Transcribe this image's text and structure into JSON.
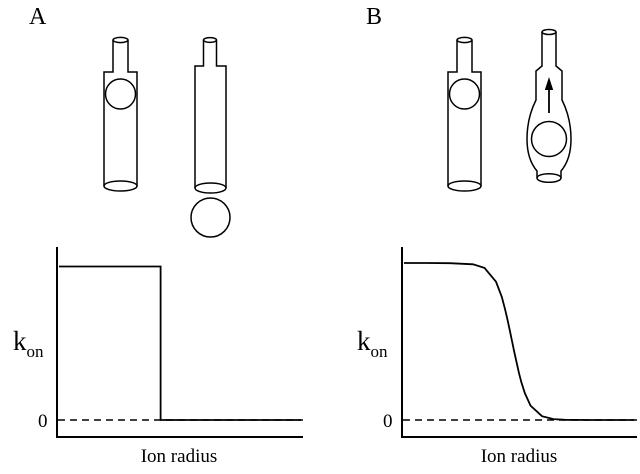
{
  "figure": {
    "background_color": "#ffffff",
    "ink_color": "#000000",
    "panels": {
      "a": {
        "label": "A",
        "description": "Rigid pore: small ion fits inside channel; large ion is excluded below channel mouth",
        "plot": {
          "ylabel_base": "k",
          "ylabel_subscript": "on",
          "zero_tick": "0",
          "xlabel": "Ion radius"
        }
      },
      "b": {
        "label": "B",
        "description": "Flexible pore: small ion fits; large ion deforms (bulges) the channel and passes upward (arrow)",
        "plot": {
          "ylabel_base": "k",
          "ylabel_subscript": "on",
          "zero_tick": "0",
          "xlabel": "Ion radius"
        }
      }
    }
  },
  "chart_data": [
    {
      "type": "line",
      "panel": "A",
      "title": "k_on vs ion radius for a rigid pore: constant plateau with abrupt step to zero at cutoff radius",
      "xlabel": "Ion radius",
      "ylabel": "k_on",
      "xlim": [
        0,
        1
      ],
      "ylim": [
        0,
        1.15
      ],
      "grid": false,
      "x_axis_tick_labels": [],
      "y_axis_tick_labels": [
        "0"
      ],
      "zero_reference_line": "dashed horizontal line at k_on = 0",
      "x": [
        0,
        0.42,
        0.42,
        1.0
      ],
      "y": [
        1.0,
        1.0,
        0.0,
        0.0
      ]
    },
    {
      "type": "line",
      "panel": "B",
      "title": "k_on vs ion radius for a flexible pore: smooth sigmoidal decrease to zero",
      "xlabel": "Ion radius",
      "ylabel": "k_on",
      "xlim": [
        0,
        1
      ],
      "ylim": [
        0,
        1.15
      ],
      "grid": false,
      "x_axis_tick_labels": [],
      "y_axis_tick_labels": [
        "0"
      ],
      "zero_reference_line": "dashed horizontal line at k_on = 0",
      "x": [
        0,
        0.1,
        0.2,
        0.3,
        0.35,
        0.4,
        0.425,
        0.44,
        0.45,
        0.46,
        0.47,
        0.48,
        0.5,
        0.51,
        0.525,
        0.55,
        0.6,
        0.65,
        0.7,
        0.8,
        0.9,
        1.0
      ],
      "y": [
        1.0,
        1.0,
        0.999,
        0.992,
        0.969,
        0.881,
        0.784,
        0.702,
        0.639,
        0.571,
        0.5,
        0.429,
        0.298,
        0.242,
        0.172,
        0.092,
        0.024,
        0.006,
        0.001,
        0.0,
        0.0,
        0.0
      ]
    }
  ]
}
